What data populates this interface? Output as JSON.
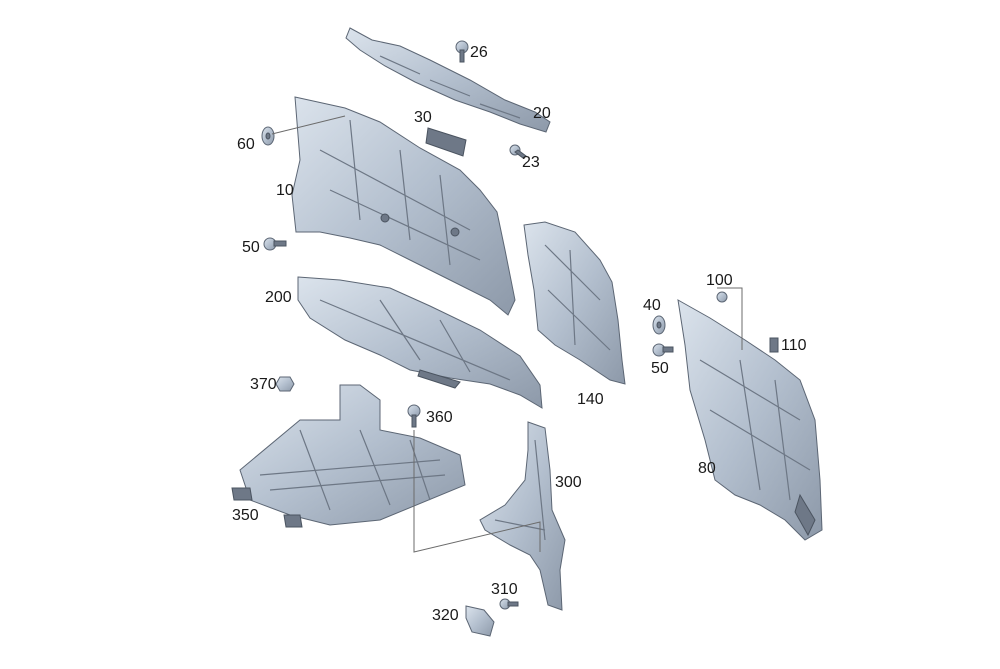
{
  "labels": {
    "p10": "10",
    "p20": "20",
    "p23": "23",
    "p26": "26",
    "p30": "30",
    "p40": "40",
    "p50a": "50",
    "p50b": "50",
    "p60": "60",
    "p80": "80",
    "p100": "100",
    "p110": "110",
    "p140": "140",
    "p200": "200",
    "p300": "300",
    "p310": "310",
    "p320": "320",
    "p350": "350",
    "p360": "360",
    "p370": "370"
  },
  "colors": {
    "part_light": "#c9d3e0",
    "part_dark": "#8a95a5",
    "outline": "#5c6674"
  }
}
